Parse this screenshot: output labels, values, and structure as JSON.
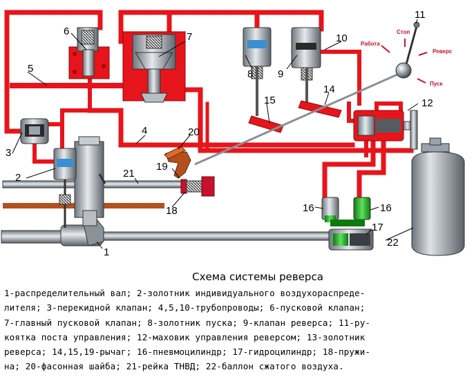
{
  "labels": {
    "n1": "1",
    "n2": "2",
    "n3": "3",
    "n4": "4",
    "n5": "5",
    "n6": "6",
    "n7": "7",
    "n8": "8",
    "n9": "9",
    "n10": "10",
    "n11": "11",
    "n12": "12",
    "n14": "14",
    "n15": "15",
    "n16a": "16",
    "n16b": "16",
    "n17": "17",
    "n18": "18",
    "n19": "19",
    "n20": "20",
    "n21": "21",
    "n22": "22"
  },
  "handle_positions": {
    "stop": "Стоп",
    "work": "Работа",
    "reverse": "Реверс",
    "start": "Пуск"
  },
  "caption": {
    "title": "Схема системы реверса",
    "lines": [
      "1-распределительный вал; 2-золотник индивидуального воздухораспреде-",
      "лителя; 3-перекидной клапан; 4,5,10-трубопроводы; 6-пусковой клапан;",
      "7-главный пусковой клапан; 8-золотник пуска; 9-клапан реверса; 11-ру-",
      "коятка поста управления; 12-маховик управления реверсом; 13-золотник",
      "реверса; 14,15,19-рычаг; 16-пневмоцилиндр; 17-гидроцилиндр; 18-пружи-",
      "на; 20-фасонная шайба; 21-рейка ТНВД; 22-баллон сжатого воздуха."
    ]
  },
  "colors": {
    "pipe": "#e8141c",
    "metal": "#9aa3ab",
    "dark_metal": "#555b61",
    "hydraulic": "#22c022",
    "base": "#b5501e"
  }
}
